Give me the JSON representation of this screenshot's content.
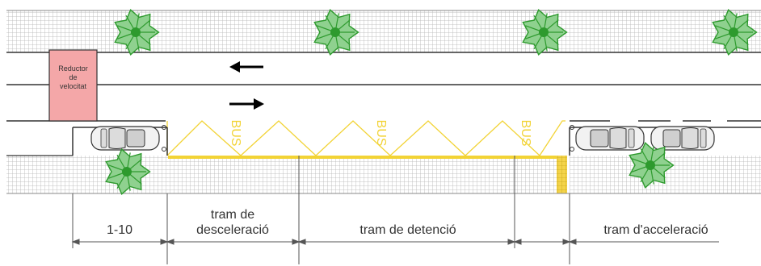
{
  "reductor": {
    "line1": "Reductor",
    "line2": "de",
    "line3": "velocitat",
    "fill_color": "#f4a7a8"
  },
  "bus_marking": {
    "text": "BUS",
    "color": "#f2d335"
  },
  "dimensions": {
    "seg1": "1-10",
    "seg2_line1": "tram de",
    "seg2_line2": "desceleració",
    "seg3": "tram de detenció",
    "seg4": "tram d'acceleració"
  },
  "colors": {
    "tree": "#2e9a2e",
    "sidewalk_grid": "#b4b4b4",
    "curb_yellow": "#f2d335"
  }
}
